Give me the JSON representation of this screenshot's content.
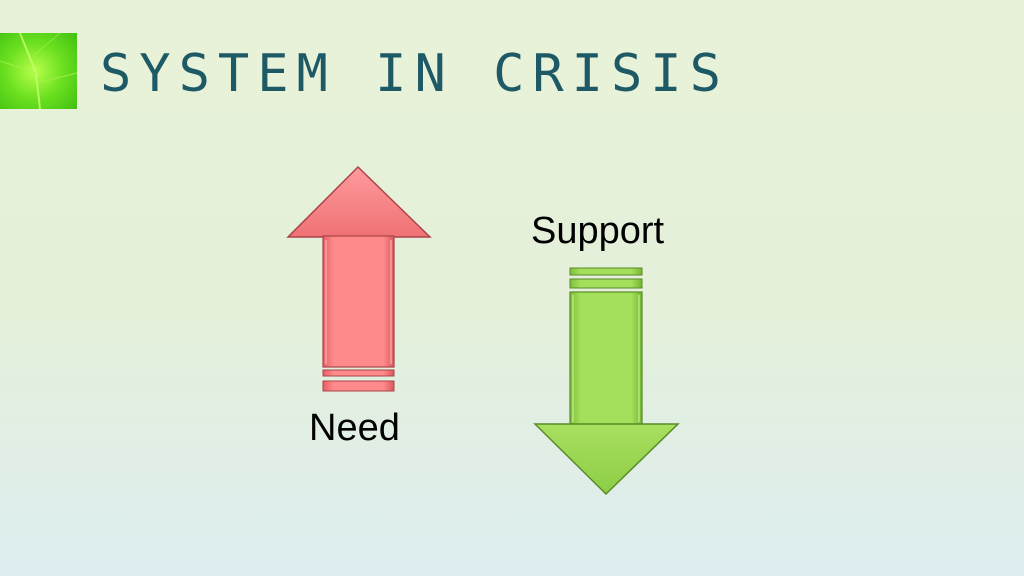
{
  "slide": {
    "title": "SYSTEM IN CRISIS"
  },
  "diagram": {
    "up_arrow": {
      "label": "Need",
      "color": "#ff7f81"
    },
    "down_arrow": {
      "label": "Support",
      "color": "#a1dc58"
    }
  },
  "theme": {
    "title_color": "#1e5a66",
    "leaf_color": "#5ad61f"
  }
}
